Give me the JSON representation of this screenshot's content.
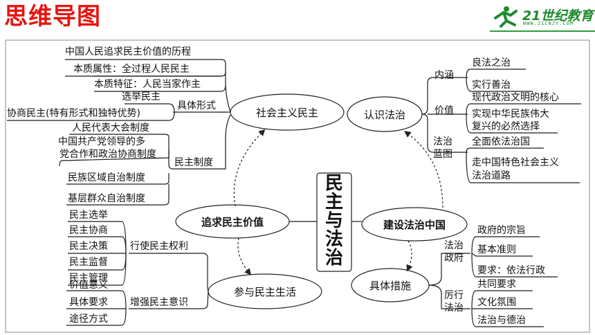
{
  "header": {
    "title": "思维导图",
    "logo_text": "21世纪教育",
    "logo_url_text": "WWW.21CNJY.COM"
  },
  "center": {
    "chars": [
      "民",
      "主",
      "与",
      "法",
      "治"
    ]
  },
  "nodes": {
    "socialist_democracy": "社会主义民主",
    "understand_rule_of_law": "认识法治",
    "pursue_democracy": "追求民主价值",
    "build_rule_of_law_china": "建设法治中国",
    "participate_democracy": "参与民主生活",
    "concrete_measures": "具体措施"
  },
  "democracy": {
    "history": "中国人民追求民主价值的历程",
    "nature_attr": "本质属性：全过程人民民主",
    "nature_feature": "本质特征：人民当家作主",
    "forms_label": "具体形式",
    "form_election": "选举民主",
    "form_consult": "协商民主(特有形式和独特优势)",
    "system_label": "民主制度",
    "sys_congress": "人民代表大会制度",
    "sys_cpc": [
      "中国共产党领导的多",
      "党合作和政治协商制度"
    ],
    "sys_ethnic": "民族区域自治制度",
    "sys_grassroots": "基层群众自治制度"
  },
  "law": {
    "connotation_label": "内涵",
    "good_law": "良法之治",
    "good_gov": "实行善治",
    "value_label": "价值",
    "core": "现代政治文明的核心",
    "rejuvenation": [
      "实现中华民族伟大",
      "复兴的必然选择"
    ],
    "blueprint_label": [
      "法治",
      "蓝图"
    ],
    "comprehensive": "全面依法治国",
    "road": [
      "走中国特色社会主义",
      "法治道路"
    ]
  },
  "participation": {
    "rights_label": "行使民主权利",
    "rights": [
      "民主选举",
      "民主协商",
      "民主决策",
      "民主监督",
      "民主管理"
    ],
    "awareness_label": "增强民主意识",
    "awareness": [
      "价值意义",
      "具体要求",
      "途径方式"
    ]
  },
  "measures": {
    "gov_label": [
      "法治",
      "政府"
    ],
    "gov": [
      "政府的宗旨",
      "基本准则",
      "要求：依法行政"
    ],
    "practice_label": [
      "厉行",
      "法治"
    ],
    "practice": [
      "共同要求",
      "文化氛围",
      "法治与德治"
    ]
  },
  "colors": {
    "title": "#e8140f",
    "logo": "#1e8a2e",
    "line": "#1a1a1a",
    "frame": "#8a8a8a"
  }
}
